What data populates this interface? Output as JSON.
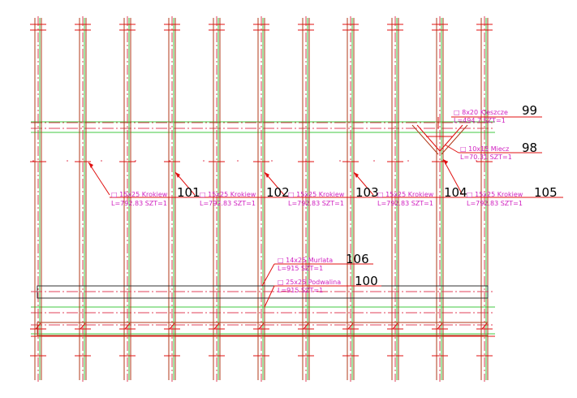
{
  "colors": {
    "rafter_line": "#b03a1a",
    "rafter_axis": "#e0405a",
    "guide_green": "#40c840",
    "dim_red": "#e01010",
    "label_magenta": "#d020c0",
    "leader_red": "#e01010",
    "number_black": "#000000",
    "beam_dark": "#303030"
  },
  "labels": [
    {
      "id": "101",
      "number": "101",
      "section": "□ 15x25  Krokiew",
      "length": "L=792.83  SZT=1"
    },
    {
      "id": "102",
      "number": "102",
      "section": "□ 15x25  Krokiew",
      "length": "L=792.83  SZT=1"
    },
    {
      "id": "103",
      "number": "103",
      "section": "□ 15x25  Krokiew",
      "length": "L=792.83  SZT=1"
    },
    {
      "id": "104",
      "number": "104",
      "section": "□ 15x25  Krokiew",
      "length": "L=792.83  SZT=1"
    },
    {
      "id": "105",
      "number": "105",
      "section": "□ 15x25  Krokiew",
      "length": "L=792.83  SZT=1"
    },
    {
      "id": "99",
      "number": "99",
      "section": "□ 8x20  Kleszcze",
      "length": "L=494.7  SZT=1"
    },
    {
      "id": "98",
      "number": "98",
      "section": "□ 10x15  Miecz",
      "length": "L=70.31  SZT=1"
    },
    {
      "id": "106",
      "number": "106",
      "section": "□ 14x25  Murlata",
      "length": "L=915  SZT=1"
    },
    {
      "id": "100",
      "number": "100",
      "section": "□ 25x25  Podwalina",
      "length": "L=915  SZT=1"
    }
  ]
}
